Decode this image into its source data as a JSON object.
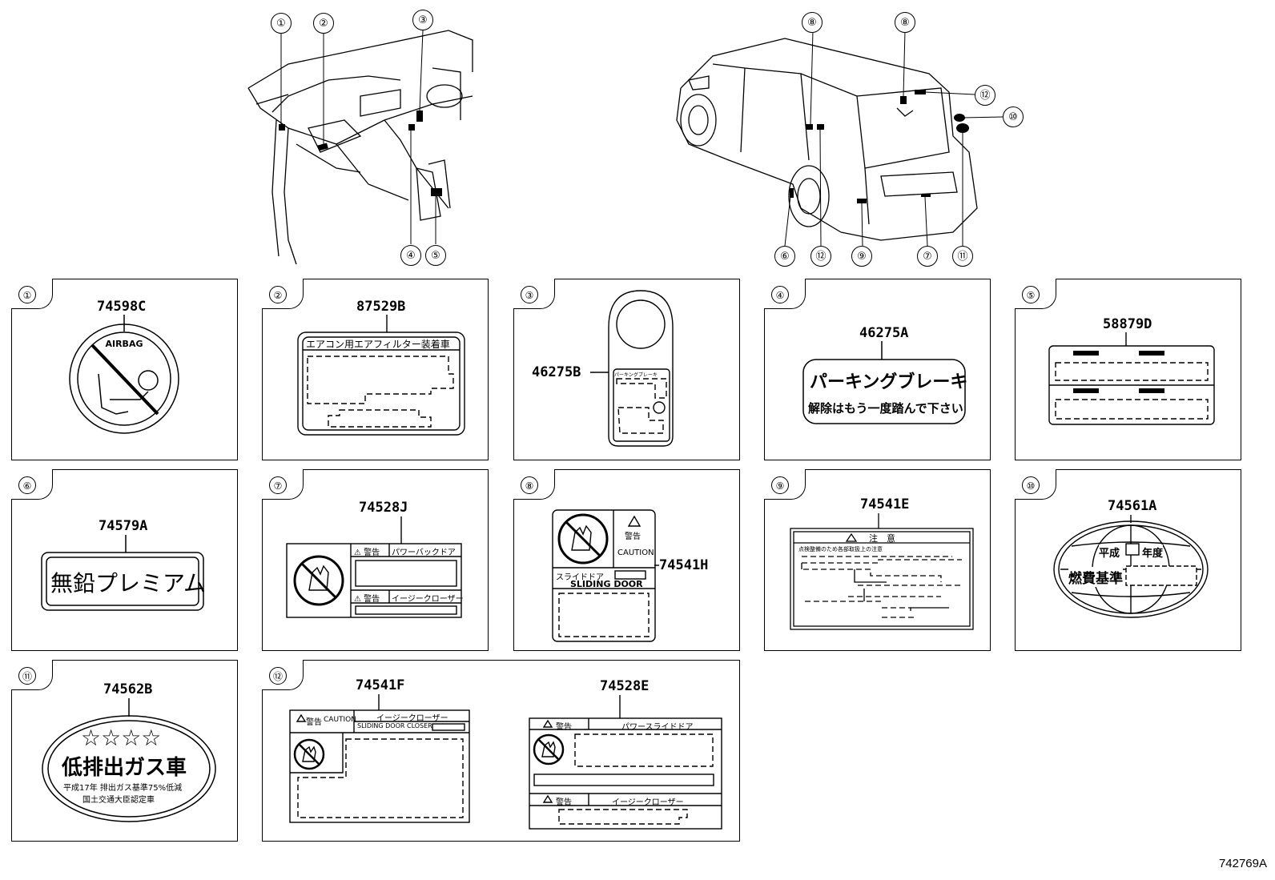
{
  "diagram_id": "742769A",
  "callouts": {
    "front": [
      "①",
      "②",
      "③",
      "④",
      "⑤"
    ],
    "rear": [
      "⑧",
      "⑧",
      "⑫",
      "⑩",
      "⑥",
      "⑫",
      "⑨",
      "⑦",
      "⑪"
    ]
  },
  "panels": [
    {
      "num": "①",
      "part": "74598C",
      "text": "AIRBAG"
    },
    {
      "num": "②",
      "part": "87529B",
      "text": "エアコン用エアフィルター装着車"
    },
    {
      "num": "③",
      "part": "46275B",
      "text": "パーキングブレーキ"
    },
    {
      "num": "④",
      "part": "46275A",
      "line1": "パーキングブレーキ",
      "line2": "解除はもう一度踏んで下さい"
    },
    {
      "num": "⑤",
      "part": "58879D"
    },
    {
      "num": "⑥",
      "part": "74579A",
      "text": "無鉛プレミアム"
    },
    {
      "num": "⑦",
      "part": "74528J",
      "warn": "⚠ 警告",
      "top": "パワーバックドア",
      "bottom": "イージークローザー"
    },
    {
      "num": "⑧",
      "part": "74541H",
      "warn": "警告",
      "caution": "CAUTION",
      "sliding_jp": "スライドドア",
      "sliding_en": "SLIDING DOOR"
    },
    {
      "num": "⑨",
      "part": "74541E",
      "title": "注　意",
      "sub": "点検整備のため各部取扱上の注意"
    },
    {
      "num": "⑩",
      "part": "74561A",
      "year": "平成",
      "nendo": "年度",
      "kijun": "燃費基準"
    },
    {
      "num": "⑪",
      "part": "74562B",
      "stars": "☆☆☆☆",
      "main": "低排出ガス車",
      "l1": "平成17年 排出ガス基準75%低減",
      "l2": "国土交通大臣認定車"
    },
    {
      "num": "⑫",
      "partA": "74541F",
      "partB": "74528E",
      "warnA": "警告",
      "cautionA": "CAUTION",
      "jpA": "イージークローザー",
      "enA": "SLIDING DOOR CLOSER",
      "topB": "パワースライドドア",
      "botB": "イージークローザー"
    }
  ]
}
